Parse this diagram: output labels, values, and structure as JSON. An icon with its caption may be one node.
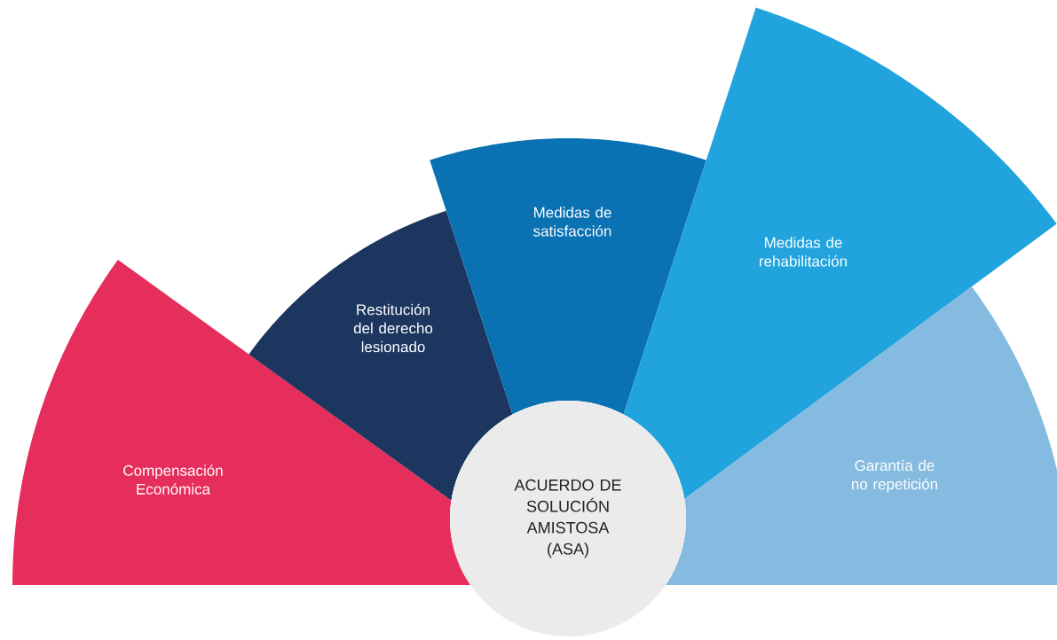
{
  "diagram": {
    "nodes": [
      {
        "text": [
          "Compensación Económica"
        ]
      },
      {
        "text": [
          "Restitución del derecho lesionado"
        ]
      },
      {
        "text": [
          "Medidas de satisfacción"
        ]
      },
      {
        "text": [
          "Medidas de rehabilitación"
        ]
      },
      {
        "text": [
          "Garantía de no repetición"
        ]
      },
      {
        "text": [
          "ACUERDO DE SOLUCIÓN AMISTOSA (ASA)"
        ]
      }
    ]
  }
}
